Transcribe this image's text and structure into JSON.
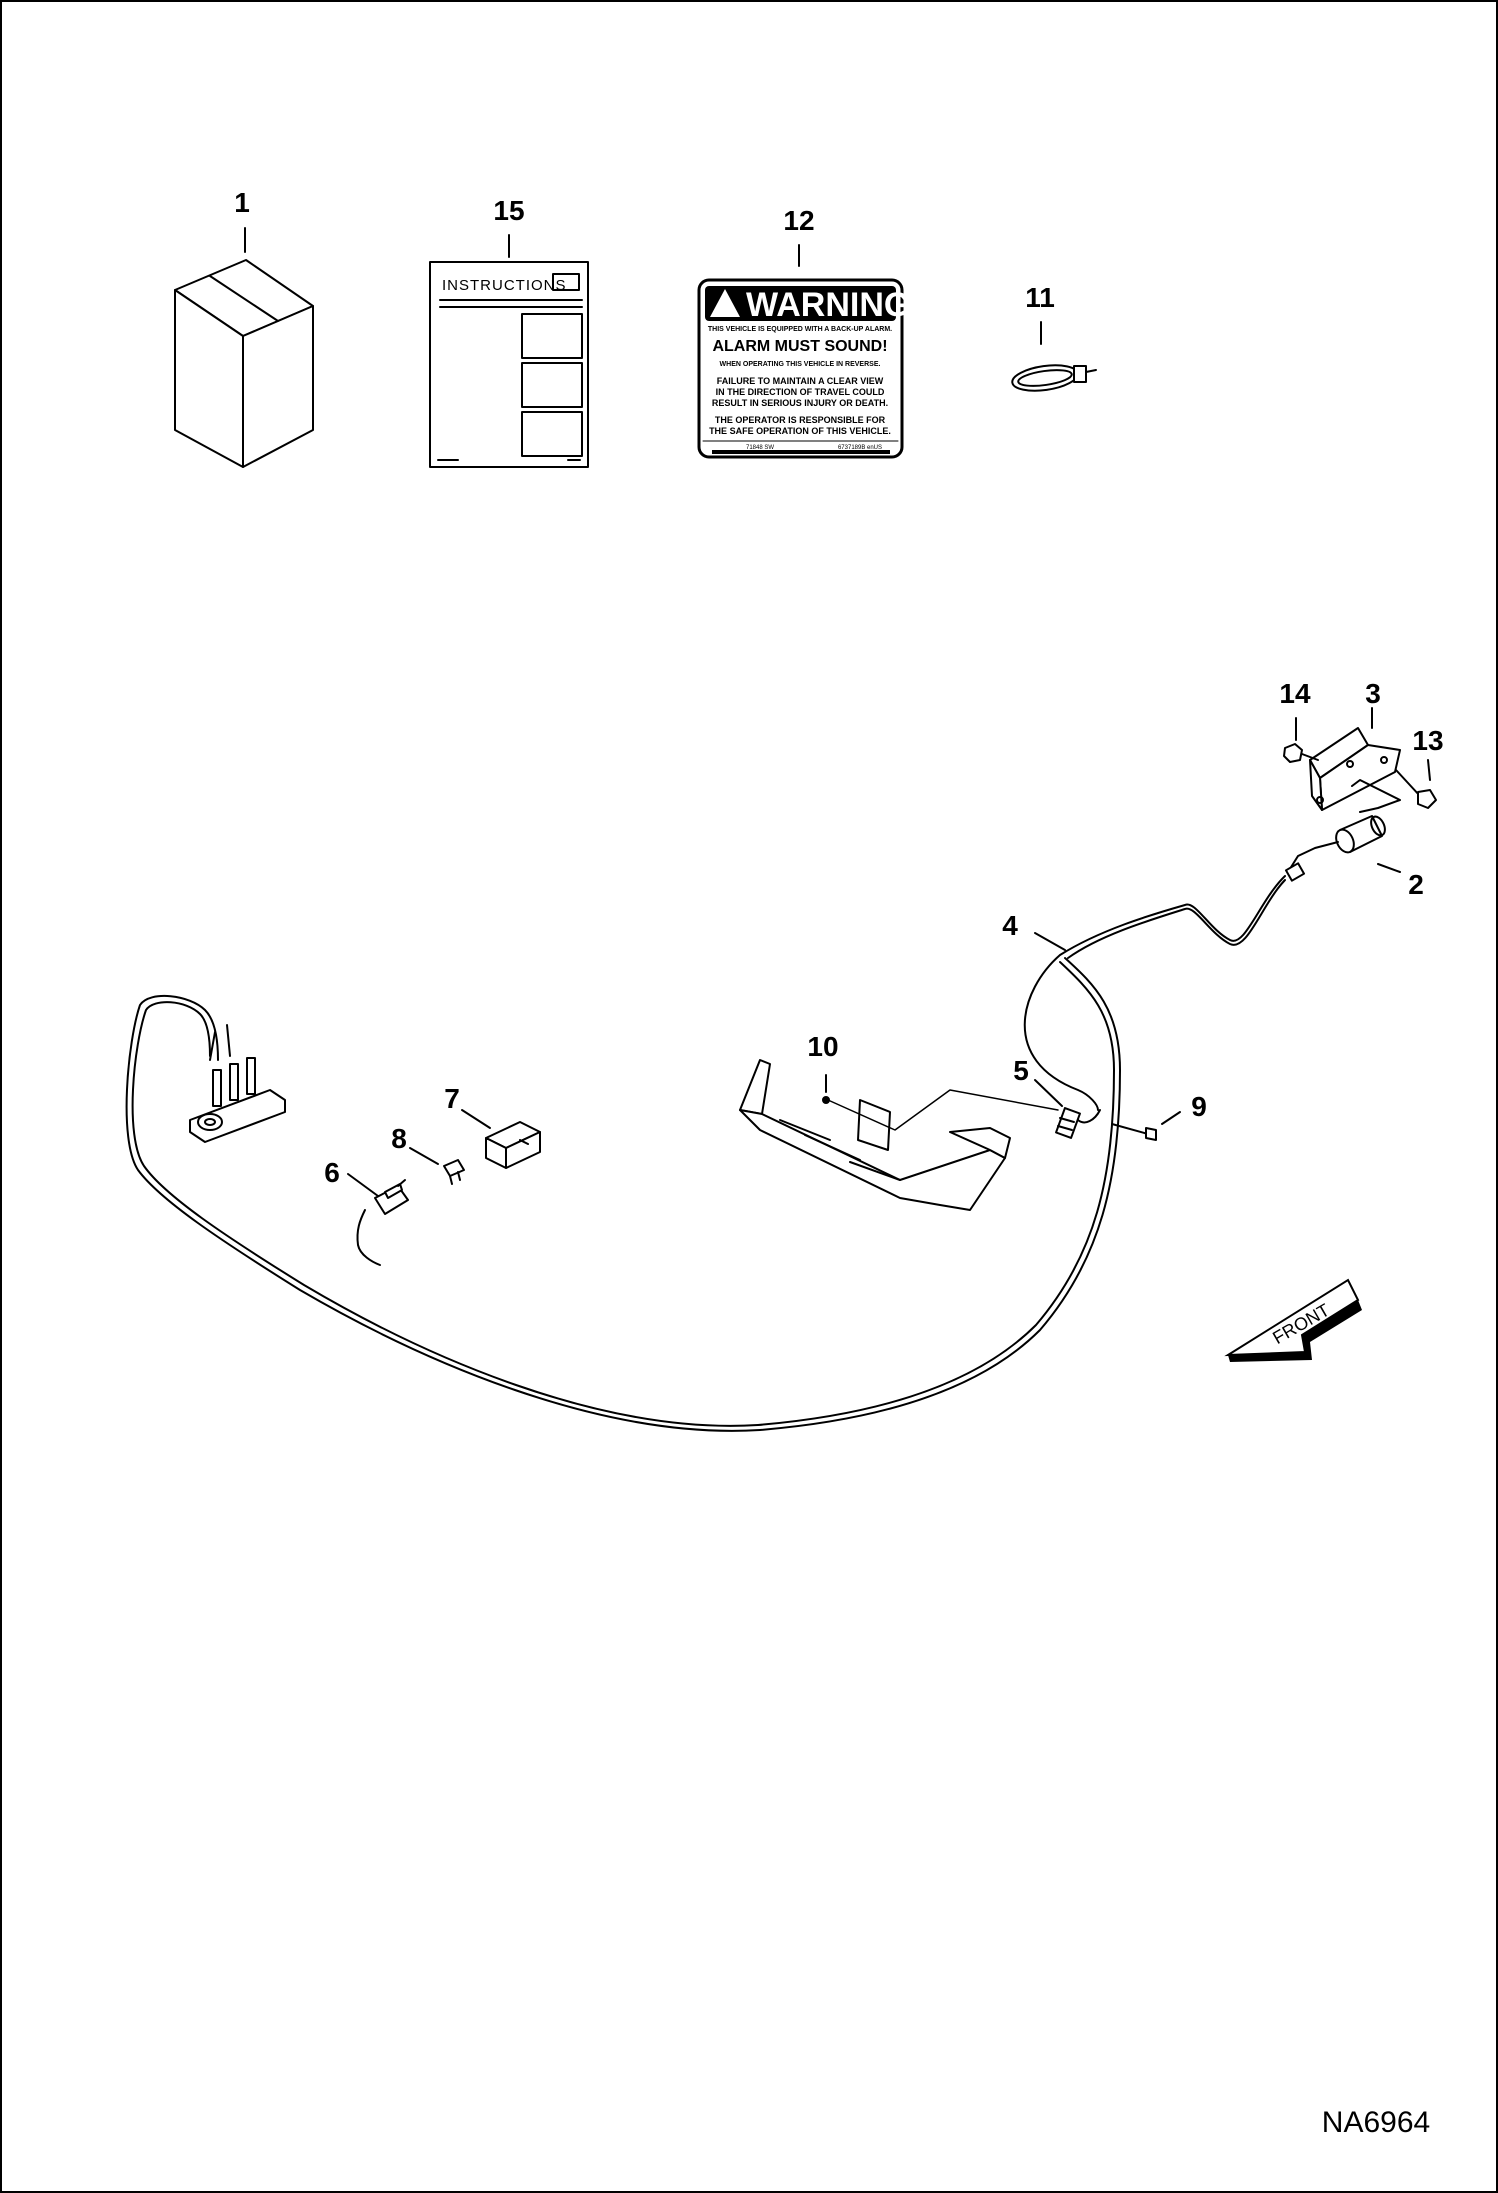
{
  "callouts": {
    "c1": "1",
    "c2": "2",
    "c3": "3",
    "c4": "4",
    "c5": "5",
    "c6": "6",
    "c7": "7",
    "c8": "8",
    "c9": "9",
    "c10": "10",
    "c11": "11",
    "c12": "12",
    "c13": "13",
    "c14": "14",
    "c15": "15"
  },
  "instructions_sheet": {
    "title": "INSTRUCTIONS"
  },
  "warning_decal": {
    "header": "WARNING",
    "line1": "THIS VEHICLE IS EQUIPPED WITH A BACK-UP ALARM.",
    "headline": "ALARM MUST SOUND!",
    "line2": "WHEN OPERATING THIS VEHICLE IN REVERSE.",
    "line3a": "FAILURE TO MAINTAIN A CLEAR VIEW",
    "line3b": "IN THE DIRECTION OF TRAVEL COULD",
    "line3c": "RESULT IN SERIOUS INJURY OR DEATH.",
    "line4a": "THE OPERATOR IS RESPONSIBLE FOR",
    "line4b": "THE SAFE OPERATION OF THIS VEHICLE.",
    "code_left": "71848 SW",
    "code_right": "6737189B enUS"
  },
  "front_arrow": {
    "label": "FRONT"
  },
  "document_id": "NA6964",
  "colors": {
    "line": "#000000",
    "background": "#ffffff"
  }
}
